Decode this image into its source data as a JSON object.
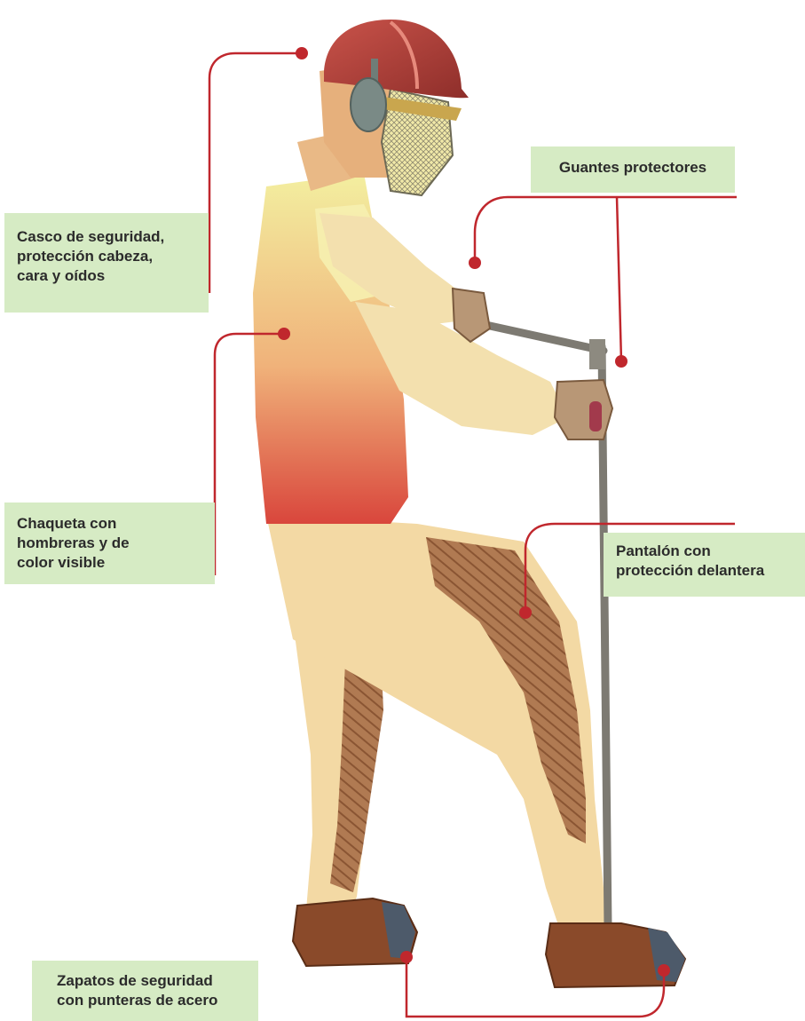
{
  "labels": {
    "helmet": "Casco de seguridad,\nprotección cabeza,\ncara y oídos",
    "gloves": "Guantes protectores",
    "jacket": "Chaqueta con\nhombreras y de\ncolor visible",
    "pants": "Pantalón con\nprotección delantera",
    "shoes": "Zapatos de seguridad\ncon punteras de acero"
  },
  "colors": {
    "callout_line": "#c0272d",
    "label_background": "#d6ebc4",
    "helmet": "#b0403a",
    "jacket_top": "#f3efa0",
    "jacket_bottom": "#d9463c",
    "skin_clothes": "#f3d9a4",
    "pants_pad": "#a96e47",
    "boots": "#8a4a2a",
    "tool": "#7d7a72"
  },
  "icons": [
    "hard-hat-icon",
    "ear-muff-icon",
    "face-mesh-icon",
    "glove-icon",
    "safety-boot-icon"
  ]
}
